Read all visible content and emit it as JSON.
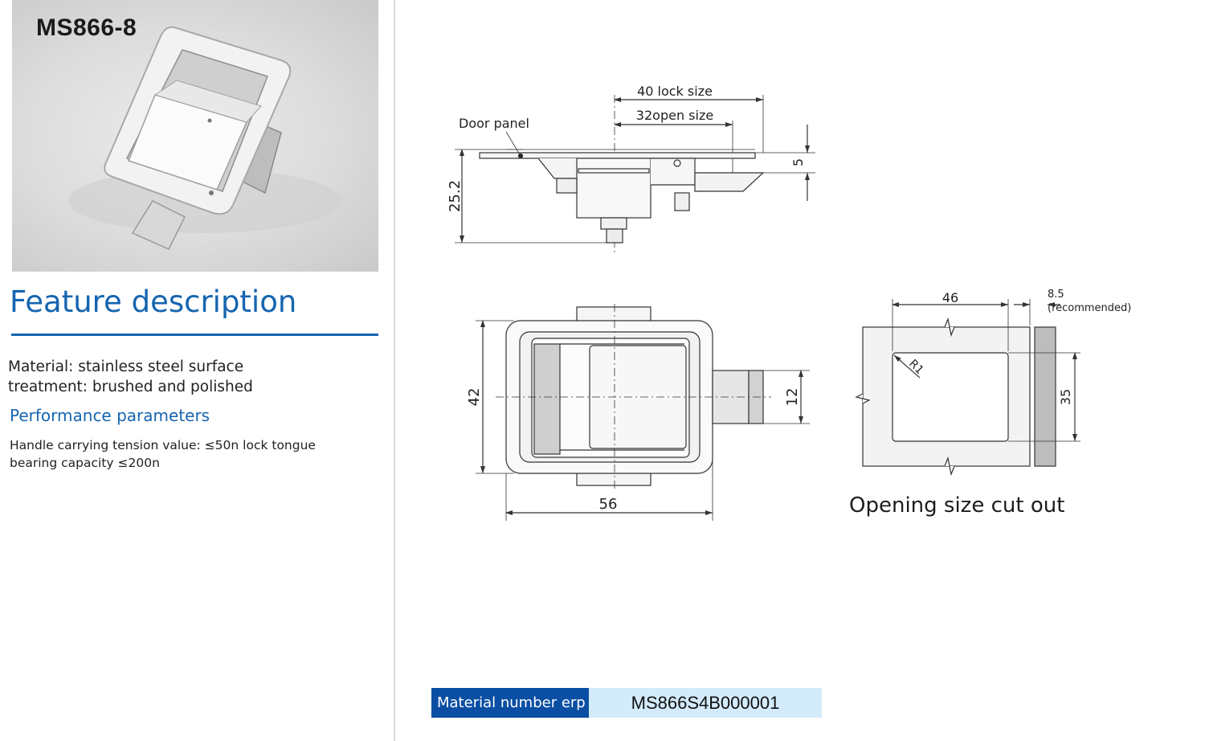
{
  "product": {
    "model": "MS866-8"
  },
  "feature": {
    "title": "Feature description",
    "material_line1": "Material: stainless steel surface",
    "material_line2": "treatment: brushed and polished",
    "performance_title": "Performance parameters",
    "performance_line1": "Handle carrying tension value: ≤50n lock tongue",
    "performance_line2": "bearing capacity ≤200n"
  },
  "drawing": {
    "side_view": {
      "lock_size_label": "40 lock size",
      "open_size_label": "32open size",
      "door_panel_label": "Door panel",
      "height_label": "25.2",
      "thickness_label": "5"
    },
    "front_view": {
      "height_label": "42",
      "width_label": "56",
      "tongue_label": "12"
    },
    "cutout_view": {
      "width_label": "46",
      "offset_value": "8.5",
      "offset_note": "(recommended)",
      "radius_label": "R1",
      "height_label": "35",
      "caption": "Opening size cut out"
    }
  },
  "erp": {
    "label": "Material number erp",
    "value": "MS866S4B000001"
  }
}
